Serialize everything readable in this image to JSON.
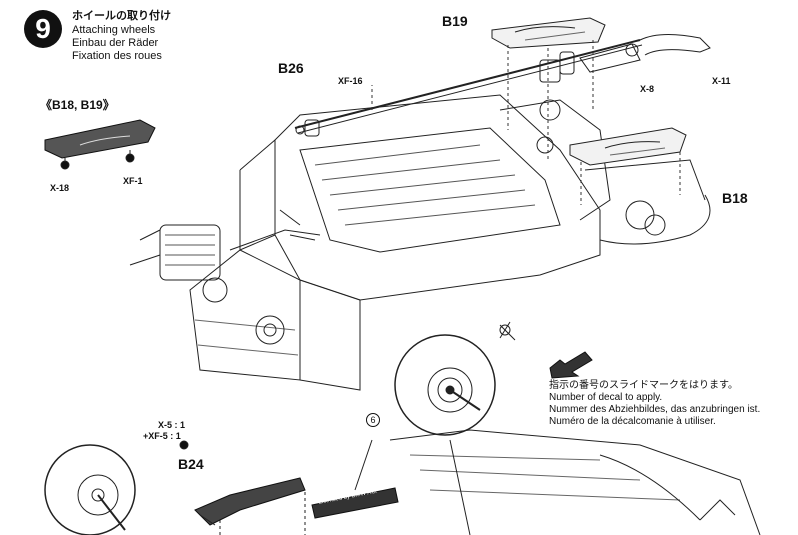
{
  "header": {
    "step_number": "9",
    "title_jp": "ホイールの取り付け",
    "title_en": "Attaching wheels",
    "title_de": "Einbau der Räder",
    "title_fr": "Fixation des roues"
  },
  "subassembly": {
    "label": "《B18, B19》",
    "screw_label": "X-18",
    "spring_label": "XF-1"
  },
  "parts": {
    "b19": "B19",
    "b26": "B26",
    "b18": "B18",
    "b24": "B24",
    "xf16": "XF-16",
    "x8": "X-8",
    "x11": "X-11",
    "x5_count": "X-5 : 1",
    "xf5_count": "+XF-5 : 1",
    "decal_number": "6",
    "plate_text": "Licensed by BMW AG."
  },
  "decal_note": {
    "jp": "指示の番号のスライドマークをはります。",
    "en": "Number of decal to apply.",
    "de": "Nummer des Abziehbildes, das anzubringen ist.",
    "fr": "Numéro de la décalcomanie à utiliser."
  }
}
